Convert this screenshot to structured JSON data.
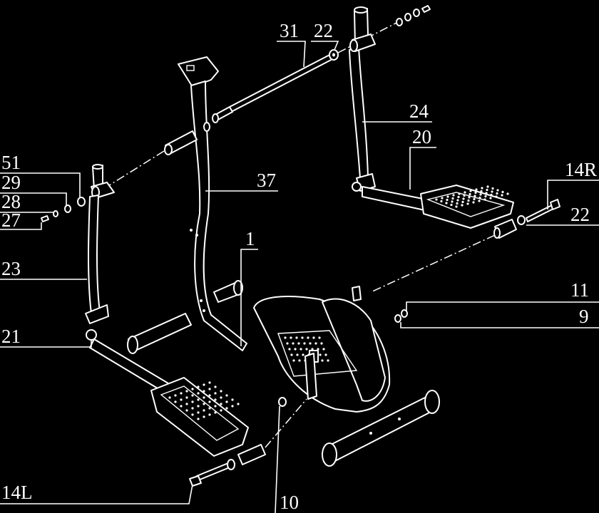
{
  "labels": [
    {
      "id": "31",
      "text": "31"
    },
    {
      "id": "22a",
      "text": "22"
    },
    {
      "id": "24",
      "text": "24"
    },
    {
      "id": "20",
      "text": "20"
    },
    {
      "id": "14R",
      "text": "14R"
    },
    {
      "id": "22b",
      "text": "22"
    },
    {
      "id": "37",
      "text": "37"
    },
    {
      "id": "51",
      "text": "51"
    },
    {
      "id": "29",
      "text": "29"
    },
    {
      "id": "28",
      "text": "28"
    },
    {
      "id": "27",
      "text": "27"
    },
    {
      "id": "23",
      "text": "23"
    },
    {
      "id": "1",
      "text": "1"
    },
    {
      "id": "11",
      "text": "11"
    },
    {
      "id": "9",
      "text": "9"
    },
    {
      "id": "21",
      "text": "21"
    },
    {
      "id": "10",
      "text": "10"
    },
    {
      "id": "14L",
      "text": "14L"
    }
  ],
  "colors": {
    "background": "#000000",
    "line": "#ffffff"
  }
}
